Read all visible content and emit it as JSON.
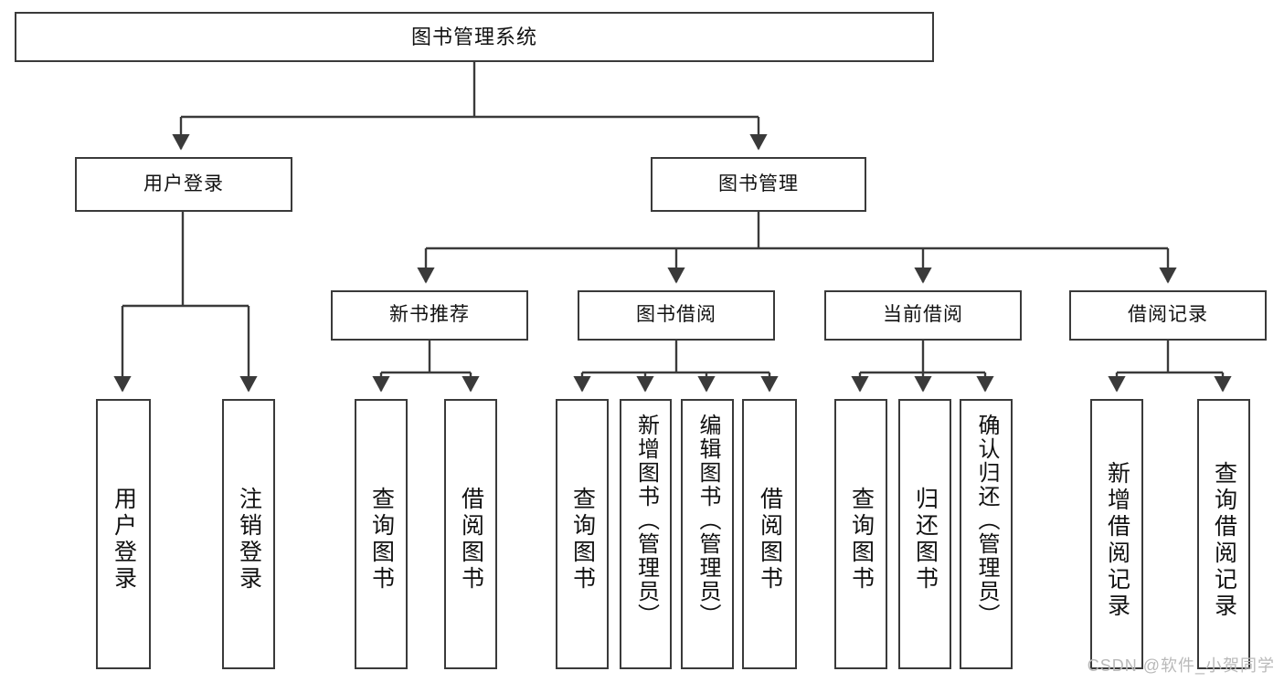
{
  "diagram": {
    "type": "tree-hierarchy",
    "title": "图书管理系统",
    "colors": {
      "box_border": "#3a3a3a",
      "box_fill": "#ffffff",
      "connector": "#3a3a3a",
      "text": "#111111",
      "watermark": "#b9b9b9"
    },
    "root": {
      "label": "图书管理系统"
    },
    "level2": [
      {
        "label": "用户登录"
      },
      {
        "label": "图书管理"
      }
    ],
    "level3": [
      {
        "label": "新书推荐"
      },
      {
        "label": "图书借阅"
      },
      {
        "label": "当前借阅"
      },
      {
        "label": "借阅记录"
      }
    ],
    "leaves": {
      "user_login": [
        {
          "label": "用户登录"
        },
        {
          "label": "注销登录"
        }
      ],
      "new_book": [
        {
          "label": "查询图书"
        },
        {
          "label": "借阅图书"
        }
      ],
      "book_borrow": [
        {
          "label": "查询图书"
        },
        {
          "label": "新增图书（管理员）"
        },
        {
          "label": "编辑图书（管理员）"
        },
        {
          "label": "借阅图书"
        }
      ],
      "current_borrow": [
        {
          "label": "查询图书"
        },
        {
          "label": "归还图书"
        },
        {
          "label": "确认归还（管理员）"
        }
      ],
      "borrow_record": [
        {
          "label": "新增借阅记录"
        },
        {
          "label": "查询借阅记录"
        }
      ]
    }
  },
  "watermark": {
    "text": "CSDN @软件_小贺同学"
  }
}
